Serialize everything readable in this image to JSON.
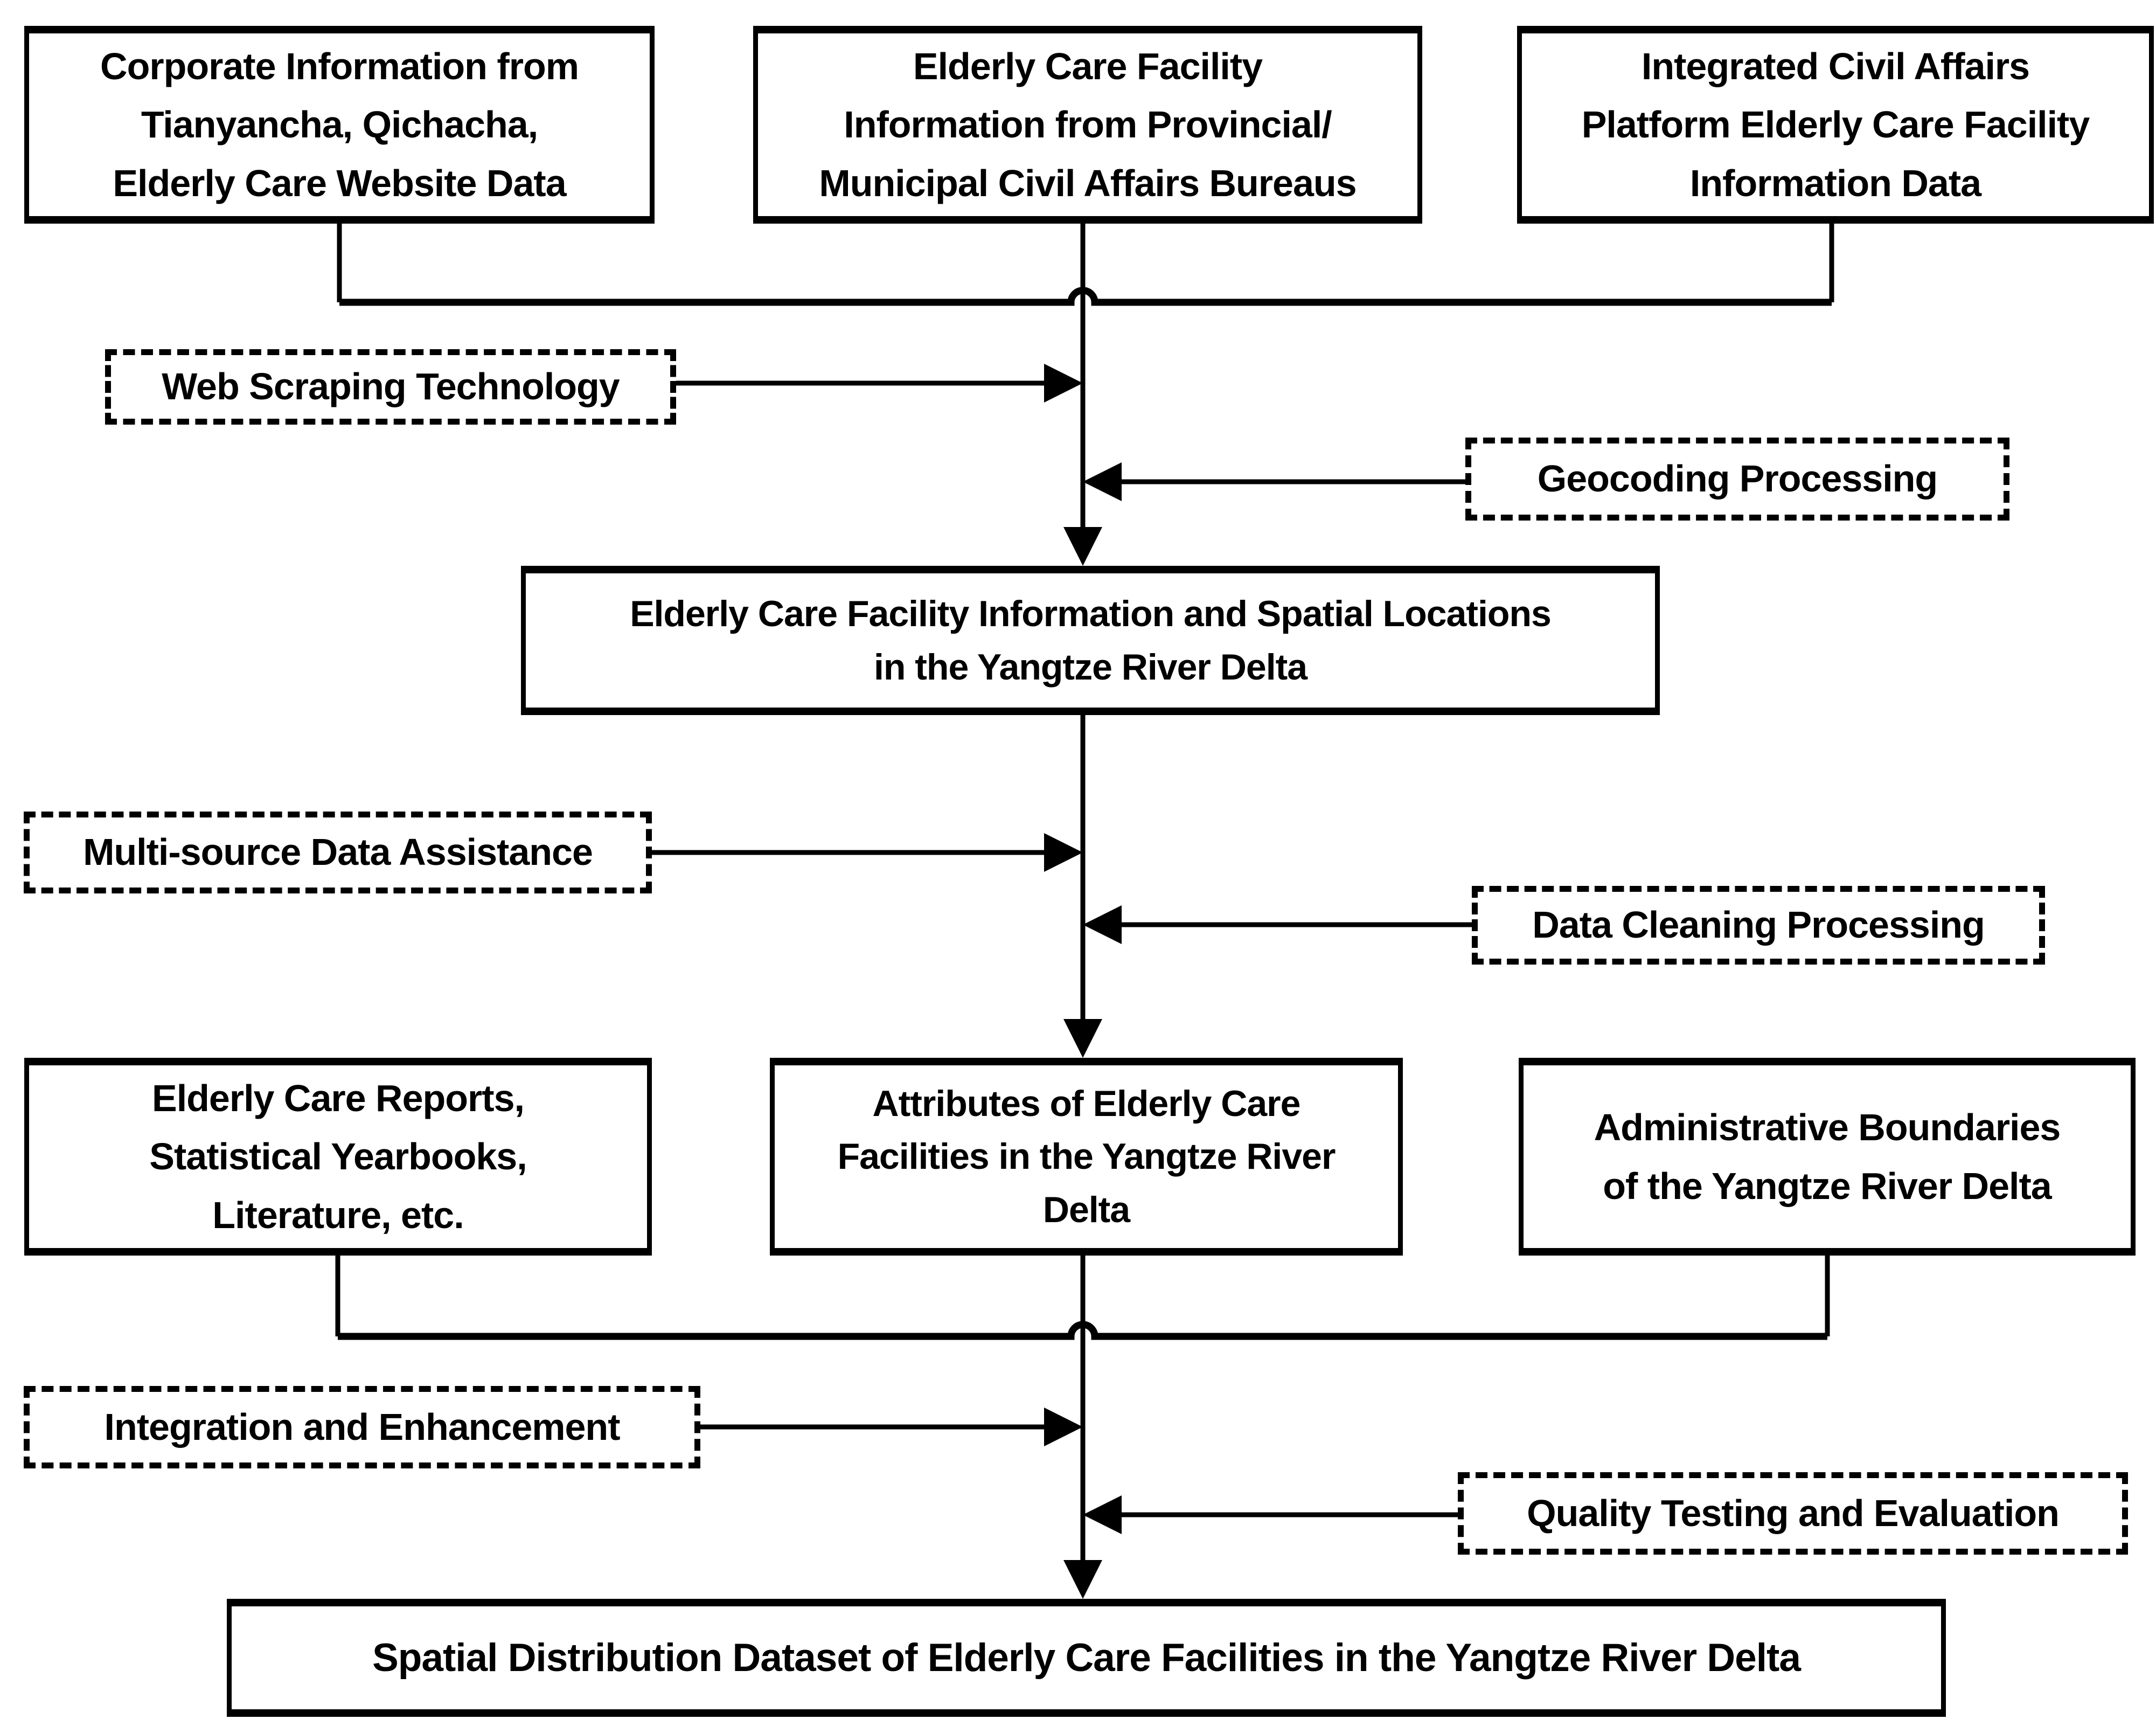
{
  "flowchart": {
    "colors": {
      "line": "#000000",
      "background": "#ffffff",
      "text": "#000000"
    },
    "nodes": {
      "corporate_info": {
        "label": "Corporate Information from\nTianyancha, Qichacha,\nElderly Care Website Data"
      },
      "bureau_info": {
        "label": "Elderly Care Facility\nInformation from Provincial/\nMunicipal Civil Affairs Bureaus"
      },
      "platform_info": {
        "label": "Integrated Civil Affairs\nPlatform Elderly Care Facility\nInformation Data"
      },
      "facility_spatial": {
        "label": "Elderly Care Facility Information and Spatial Locations\nin the Yangtze River Delta"
      },
      "reports": {
        "label": "Elderly Care Reports,\nStatistical Yearbooks,\nLiterature, etc."
      },
      "attributes": {
        "label": "Attributes of Elderly Care\nFacilities in the Yangtze River\nDelta"
      },
      "admin_boundaries": {
        "label": "Administrative Boundaries\nof the Yangtze River Delta"
      },
      "final_dataset": {
        "label": "Spatial Distribution Dataset of Elderly Care Facilities in the Yangtze River Delta"
      }
    },
    "processes": {
      "web_scraping": {
        "label": "Web Scraping Technology"
      },
      "geocoding": {
        "label": "Geocoding Processing"
      },
      "multi_source": {
        "label": "Multi-source Data Assistance"
      },
      "data_cleaning": {
        "label": "Data Cleaning Processing"
      },
      "integration": {
        "label": "Integration and Enhancement"
      },
      "quality_testing": {
        "label": "Quality Testing and Evaluation"
      }
    }
  }
}
